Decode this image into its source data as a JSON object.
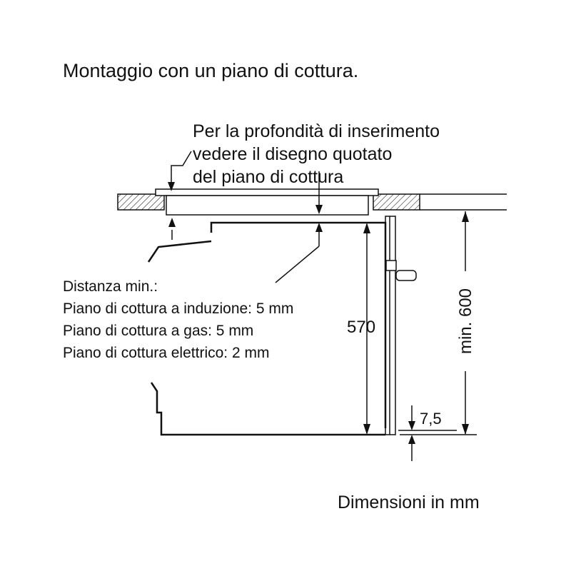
{
  "title": "Montaggio con un piano di cottura.",
  "note_lines": [
    "Per la profondità di inserimento",
    "vedere il disegno quotato",
    "del piano di cottura"
  ],
  "distance": {
    "heading": "Distanza min.:",
    "induction": "Piano di cottura a induzione: 5 mm",
    "gas": "Piano di cottura a gas: 5 mm",
    "electric": "Piano di cottura elettrico: 2 mm"
  },
  "dimensions": {
    "oven_height": "570",
    "min_cabinet_height": "min. 600",
    "bottom_gap": "7,5"
  },
  "units_note": "Dimensioni in mm"
}
